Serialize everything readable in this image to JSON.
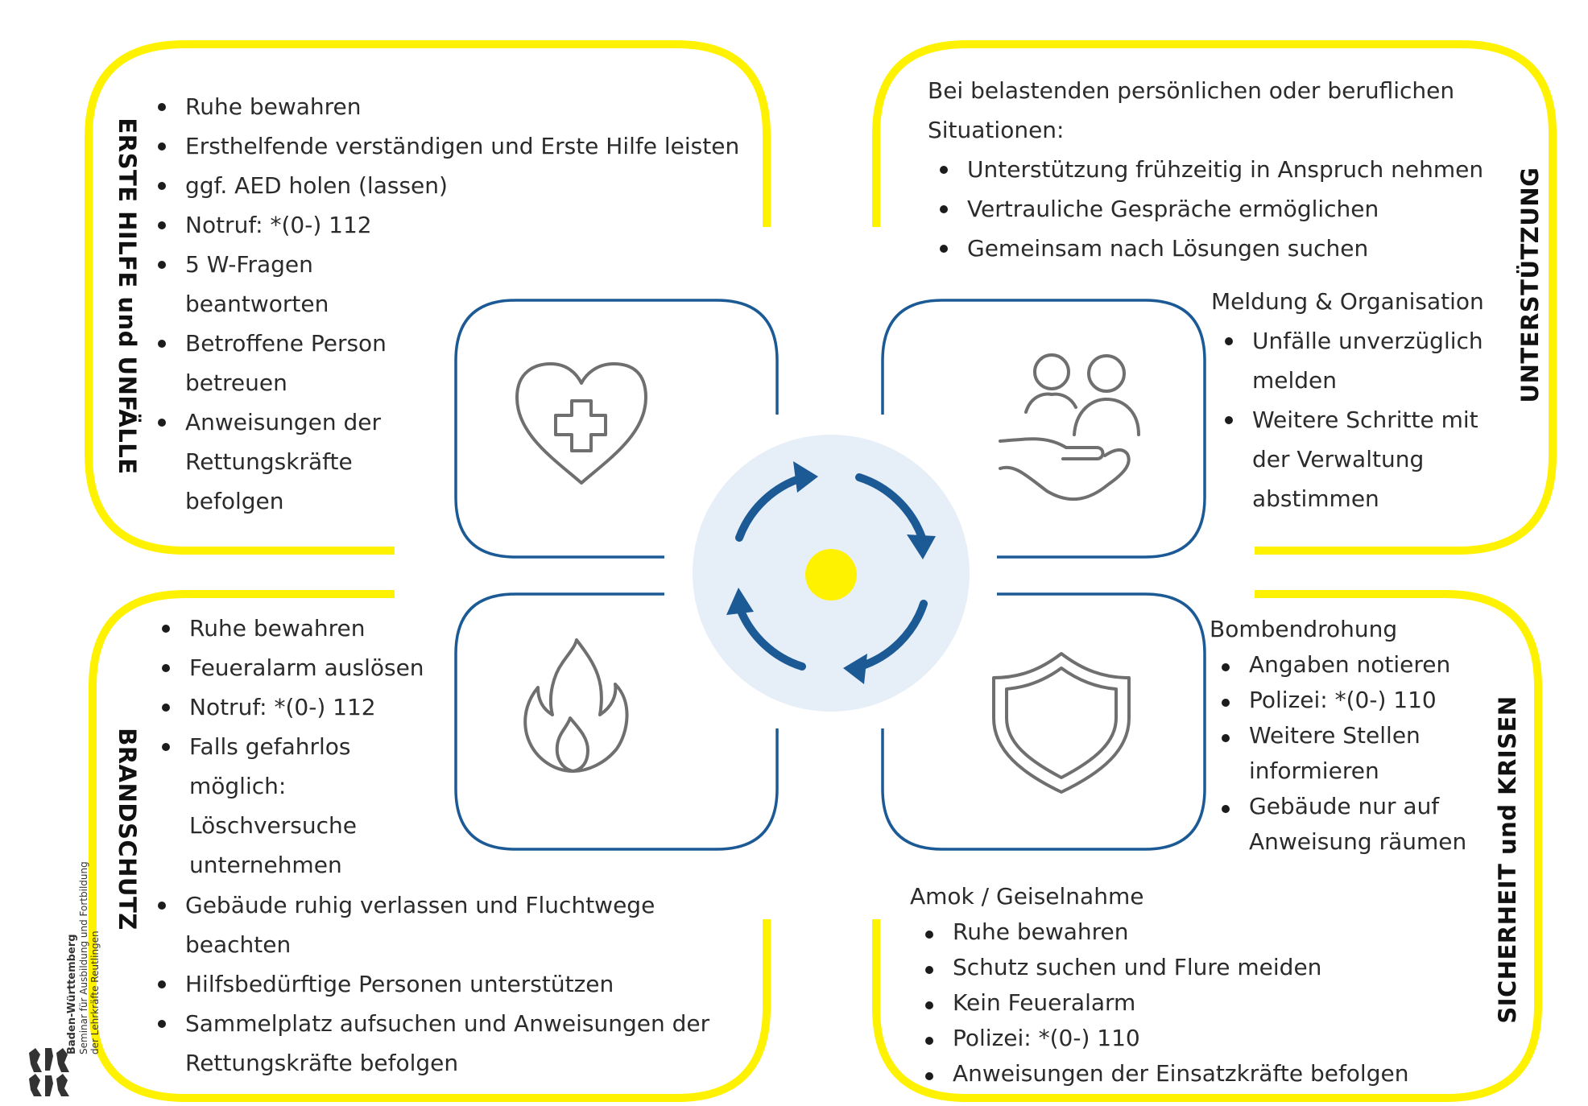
{
  "panels": {
    "first_aid": {
      "title": "ERSTE HILFE und UNFÄLLE",
      "items": [
        "Ruhe bewahren",
        "Ersthelfende verständigen und Erste Hilfe leisten",
        "ggf. AED holen (lassen)",
        "Notruf: *(0-) 112",
        "5 W-Fragen beantworten",
        "Betroffene Person betreuen",
        "Anweisungen der Rettungskräfte befolgen"
      ]
    },
    "support": {
      "title": "UNTERSTÜTZUNG",
      "intro": "Bei belastenden persönlichen oder beruflichen Situationen:",
      "items": [
        "Unterstützung frühzeitig in Anspruch nehmen",
        "Vertrauliche Gespräche ermöglichen",
        "Gemeinsam nach Lösungen suchen"
      ],
      "sub_heading": "Meldung & Organisation",
      "sub_items": [
        "Unfälle unverzüglich melden",
        "Weitere Schritte mit der Verwaltung abstimmen"
      ]
    },
    "fire": {
      "title": "BRANDSCHUTZ",
      "items": [
        "Ruhe bewahren",
        "Feueralarm auslösen",
        "Notruf: *(0-) 112",
        "Falls gefahrlos möglich: Löschversuche unternehmen",
        "Gebäude ruhig verlassen und Fluchtwege beachten",
        "Hilfsbedürftige Personen unterstützen",
        "Sammelplatz aufsuchen und Anweisungen der Rettungskräfte befolgen"
      ]
    },
    "security": {
      "title": "SICHERHEIT und KRISEN",
      "bomb_heading": "Bombendrohung",
      "bomb_items": [
        "Angaben notieren",
        "Polizei: *(0-) 110",
        "Weitere Stellen informieren",
        "Gebäude nur auf Anweisung räumen"
      ],
      "amok_heading": "Amok / Geiselnahme",
      "amok_items": [
        "Ruhe bewahren",
        "Schutz suchen und Flure meiden",
        "Kein Feueralarm",
        "Polizei: *(0-) 110",
        "Anweisungen der Einsatzkräfte befolgen"
      ]
    }
  },
  "icons": [
    "heart-cross-icon",
    "people-hand-icon",
    "flame-icon",
    "shield-icon",
    "cycle-arrows-icon"
  ],
  "logo": {
    "state": "Baden-Württemberg",
    "line1": "Seminar für Ausbildung und Fortbildung",
    "line2": "der Lehrkräfte Reutlingen"
  },
  "colors": {
    "frame": "#fff200",
    "icon_frame": "#1b5a95",
    "circle": "#e6eef8",
    "arrows": "#1b5a95",
    "dot": "#fff200",
    "icon_gray": "#6f6f6f"
  }
}
